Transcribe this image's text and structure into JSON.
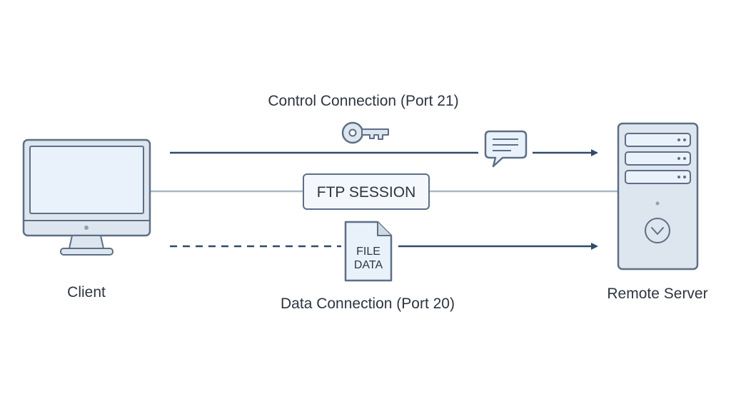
{
  "diagram": {
    "labels": {
      "control_connection": "Control Connection (Port 21)",
      "data_connection": "Data Connection (Port 20)",
      "client": "Client",
      "server": "Remote Server",
      "session": "FTP SESSION",
      "file_line1": "FILE",
      "file_line2": "DATA"
    },
    "icons": {
      "client": "desktop-monitor-icon",
      "server": "server-tower-icon",
      "control": "key-icon",
      "message": "speech-bubble-icon",
      "file": "document-icon"
    },
    "colors": {
      "outline": "#5d6f86",
      "fill": "#dde5ef",
      "screen": "#e9f1fb",
      "arrow": "#2f4a6b",
      "session_line": "#aab7c7",
      "text": "#2d3540"
    }
  }
}
